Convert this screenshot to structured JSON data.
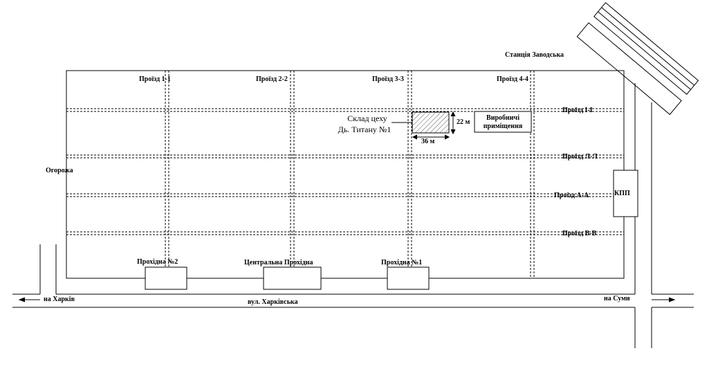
{
  "station": "Станція Заводська",
  "passages_vertical": [
    "Проїзд 1-1",
    "Проїзд 2-2",
    "Проїзд 3-3",
    "Проїзд 4-4"
  ],
  "passages_horizontal": [
    "Проїзд І-І",
    "Проїзд Л-Л",
    "Проїзд А-А",
    "Проїзд В-В"
  ],
  "warehouse": {
    "line1": "Склад цеху",
    "line2": "Дь. Титану №1",
    "width": "36 м",
    "height": "22 м"
  },
  "production": {
    "line1": "Виробничі",
    "line2": "приміщення"
  },
  "fence": "Огорожа",
  "checkpoint": "КПП",
  "gates": [
    "Прохідна №2",
    "Центральна Прохідна",
    "Прохідна №1"
  ],
  "street": "вул. Харківська",
  "to_left": "на Харків",
  "to_right": "на Суми"
}
